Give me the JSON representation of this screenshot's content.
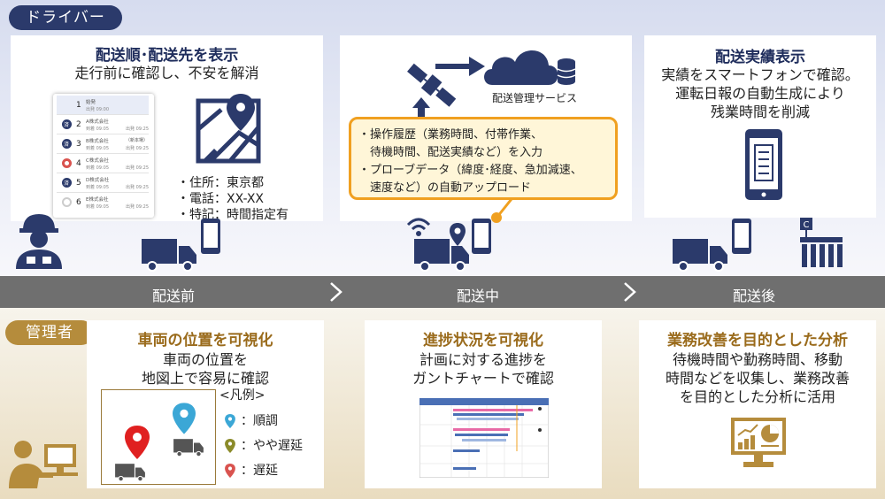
{
  "driver": {
    "label": "ドライバー",
    "card1": {
      "title": "配送順･配送先を表示",
      "subtitle": "走行前に確認し、不安を解消",
      "list": [
        {
          "num": "1",
          "company": "始発",
          "time1": "出発 09:00",
          "time2": "",
          "tag": "",
          "status": "none"
        },
        {
          "num": "2",
          "company": "A株式会社",
          "time1": "到着 09:05",
          "time2": "出発 09:25",
          "tag": "",
          "status": "done"
        },
        {
          "num": "3",
          "company": "B株式会社",
          "time1": "到着 09:05",
          "time2": "出発 09:25",
          "tag": "（新本場）",
          "status": "done"
        },
        {
          "num": "4",
          "company": "C株式会社",
          "time1": "到着 09:05",
          "time2": "出発 09:25",
          "tag": "",
          "status": "current"
        },
        {
          "num": "5",
          "company": "D株式会社",
          "time1": "到着 09:05",
          "time2": "出発 09:25",
          "tag": "",
          "status": "done"
        },
        {
          "num": "6",
          "company": "E株式会社",
          "time1": "到着 09:05",
          "time2": "出発 09:25",
          "tag": "",
          "status": "pending"
        }
      ],
      "status_mark": "済",
      "info": [
        "・住所：東京都",
        "・電話：XX-XX",
        "・特記：時間指定有"
      ]
    },
    "card2": {
      "cloud_label": "配送管理サービス",
      "callout": [
        "・操作履歴（業務時間、付帯作業、",
        "　待機時間、配送実績など）を入力",
        "・プローブデータ（緯度･経度、急加減速、",
        "　速度など）の自動アップロード"
      ]
    },
    "card3": {
      "title": "配送実績表示",
      "lines": [
        "実績をスマートフォンで確認。",
        "運転日報の自動生成により",
        "残業時間を削減"
      ]
    }
  },
  "phases": [
    "配送前",
    "配送中",
    "配送後"
  ],
  "manager": {
    "label": "管理者",
    "card1": {
      "title": "車両の位置を可視化",
      "lines": [
        "車両の位置を",
        "地図上で容易に確認"
      ],
      "legend_title": "<凡例>",
      "legend": [
        {
          "label": "：順調",
          "color": "#3ba7d6"
        },
        {
          "label": "：やや遅延",
          "color": "#8b8b2a"
        },
        {
          "label": "：遅延",
          "color": "#d9534f"
        }
      ]
    },
    "card2": {
      "title": "進捗状況を可視化",
      "lines": [
        "計画に対する進捗を",
        "ガントチャートで確認"
      ]
    },
    "card3": {
      "title": "業務改善を目的とした分析",
      "lines": [
        "待機時間や勤務時間、移動",
        "時間などを収集し、業務改善",
        "を目的とした分析に活用"
      ]
    }
  },
  "colors": {
    "navy": "#2b3a6b",
    "gold": "#b58c3c",
    "phase_bar": "#6f6f6f",
    "callout_border": "#f0a020",
    "callout_fill": "#fff6d8"
  }
}
